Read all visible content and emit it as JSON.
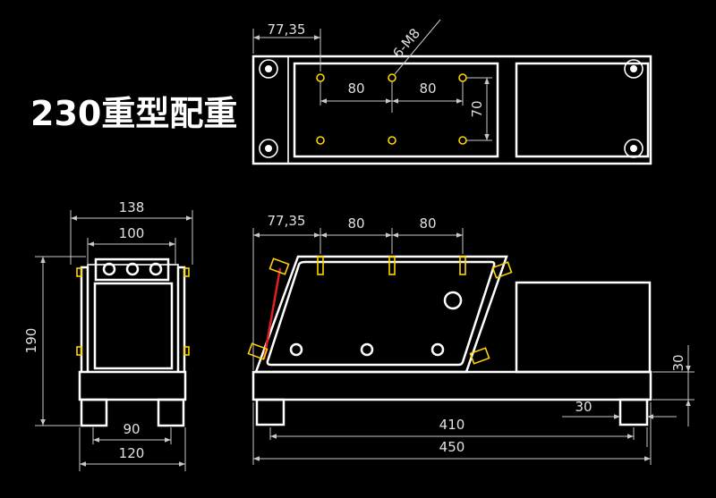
{
  "title": "230重型配重",
  "colors": {
    "background": "#000000",
    "line": "#ffffff",
    "bolt": "#ffd400",
    "accent": "#e02020",
    "dimension": "#c8c8c8"
  },
  "top_view": {
    "dim_offset": "77,35",
    "hole_note": "6-M8",
    "hole_pitch_a": "80",
    "hole_pitch_b": "80",
    "hole_row_spacing": "70"
  },
  "side_view": {
    "width_outer": "138",
    "width_inner": "100",
    "height": "190",
    "foot_spacing": "90",
    "base_width": "120"
  },
  "front_view": {
    "dim_offset": "77,35",
    "bolt_pitch_a": "80",
    "bolt_pitch_b": "80",
    "foot_span": "410",
    "overall_length": "450",
    "base_height": "30",
    "foot_offset": "30"
  }
}
